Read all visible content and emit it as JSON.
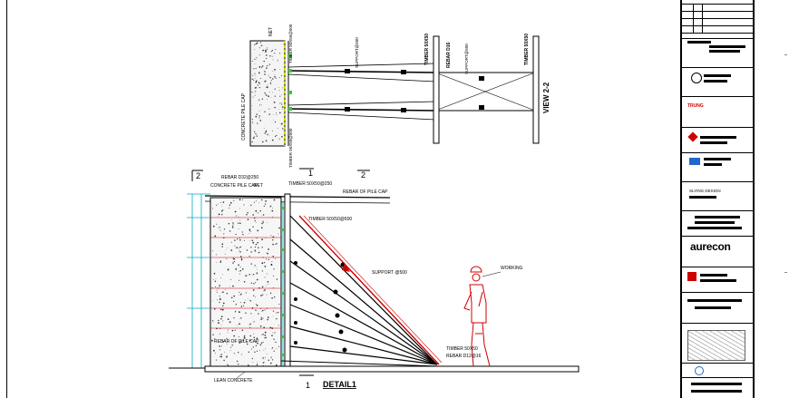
{
  "detail": {
    "title": "DETAIL1",
    "marker_1": "1",
    "marker_2": "2",
    "labels": {
      "concrete_pile_cap": "CONCRETE PILE CAP",
      "rebar_top": "REBAR D32@250",
      "net": "NET",
      "timber_1": "TIMBER 50X50@250",
      "rebar_of_pile_cap": "REBAR OF PILE CAP",
      "timber_2": "TIMBER 50X50@500",
      "support": "SUPPORT @500",
      "working": "WORKING",
      "timber_3": "TIMBER 50X50",
      "rebar_bottom": "REBAR D12@16",
      "lean_concrete": "LEAN CONCRETE",
      "rebar_of_pile_cap_inner": "REBAR OF PILE CAP"
    }
  },
  "view22": {
    "title": "VIEW 2-2",
    "labels": {
      "concrete_pile_cap": "CONCRETE PILE CAP",
      "net": "NET",
      "timber_top": "TIMBER 50X50@500",
      "timber_bottom": "TIMBER 50X50@500",
      "support": "SUPPORT@500",
      "rebar_d": "REBAR D16",
      "support_2": "SUPPORT@500",
      "timber_a": "TIMBER 50X50",
      "timber_b": "TIMBER 50X50"
    }
  },
  "title_block": {
    "company": "aurecon",
    "design_label": "SLYING DESIGN",
    "red_text": "TRUNG"
  },
  "colors": {
    "rebar_red": "#d00000",
    "dim_cyan": "#00aacc",
    "dim_green": "#33cc33",
    "pile_yellow": "#d8d800",
    "line_black": "#000000"
  }
}
